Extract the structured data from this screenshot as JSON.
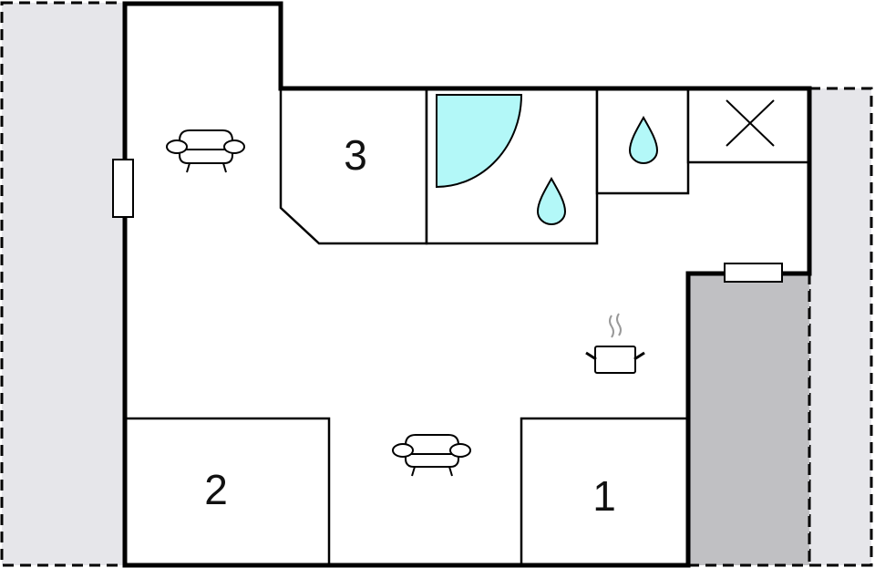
{
  "floor_plan": {
    "colors": {
      "wall": "#000000",
      "terrace_light": "#e6e6ea",
      "terrace_dark": "#c0c0c3",
      "water": "#b3f8f8",
      "room_fill": "#ffffff",
      "steam": "#999999"
    },
    "rooms": [
      {
        "id": "bedroom-1",
        "label": "1"
      },
      {
        "id": "bedroom-2",
        "label": "2"
      },
      {
        "id": "bedroom-3",
        "label": "3"
      }
    ],
    "icons": [
      "sofa-icon-living-top",
      "sofa-icon-living-bottom",
      "shower-icon",
      "water-drop-icon-bathroom",
      "water-drop-icon-wc",
      "x-mark-icon",
      "cooking-pot-icon",
      "window-icon-left",
      "window-icon-right"
    ]
  }
}
